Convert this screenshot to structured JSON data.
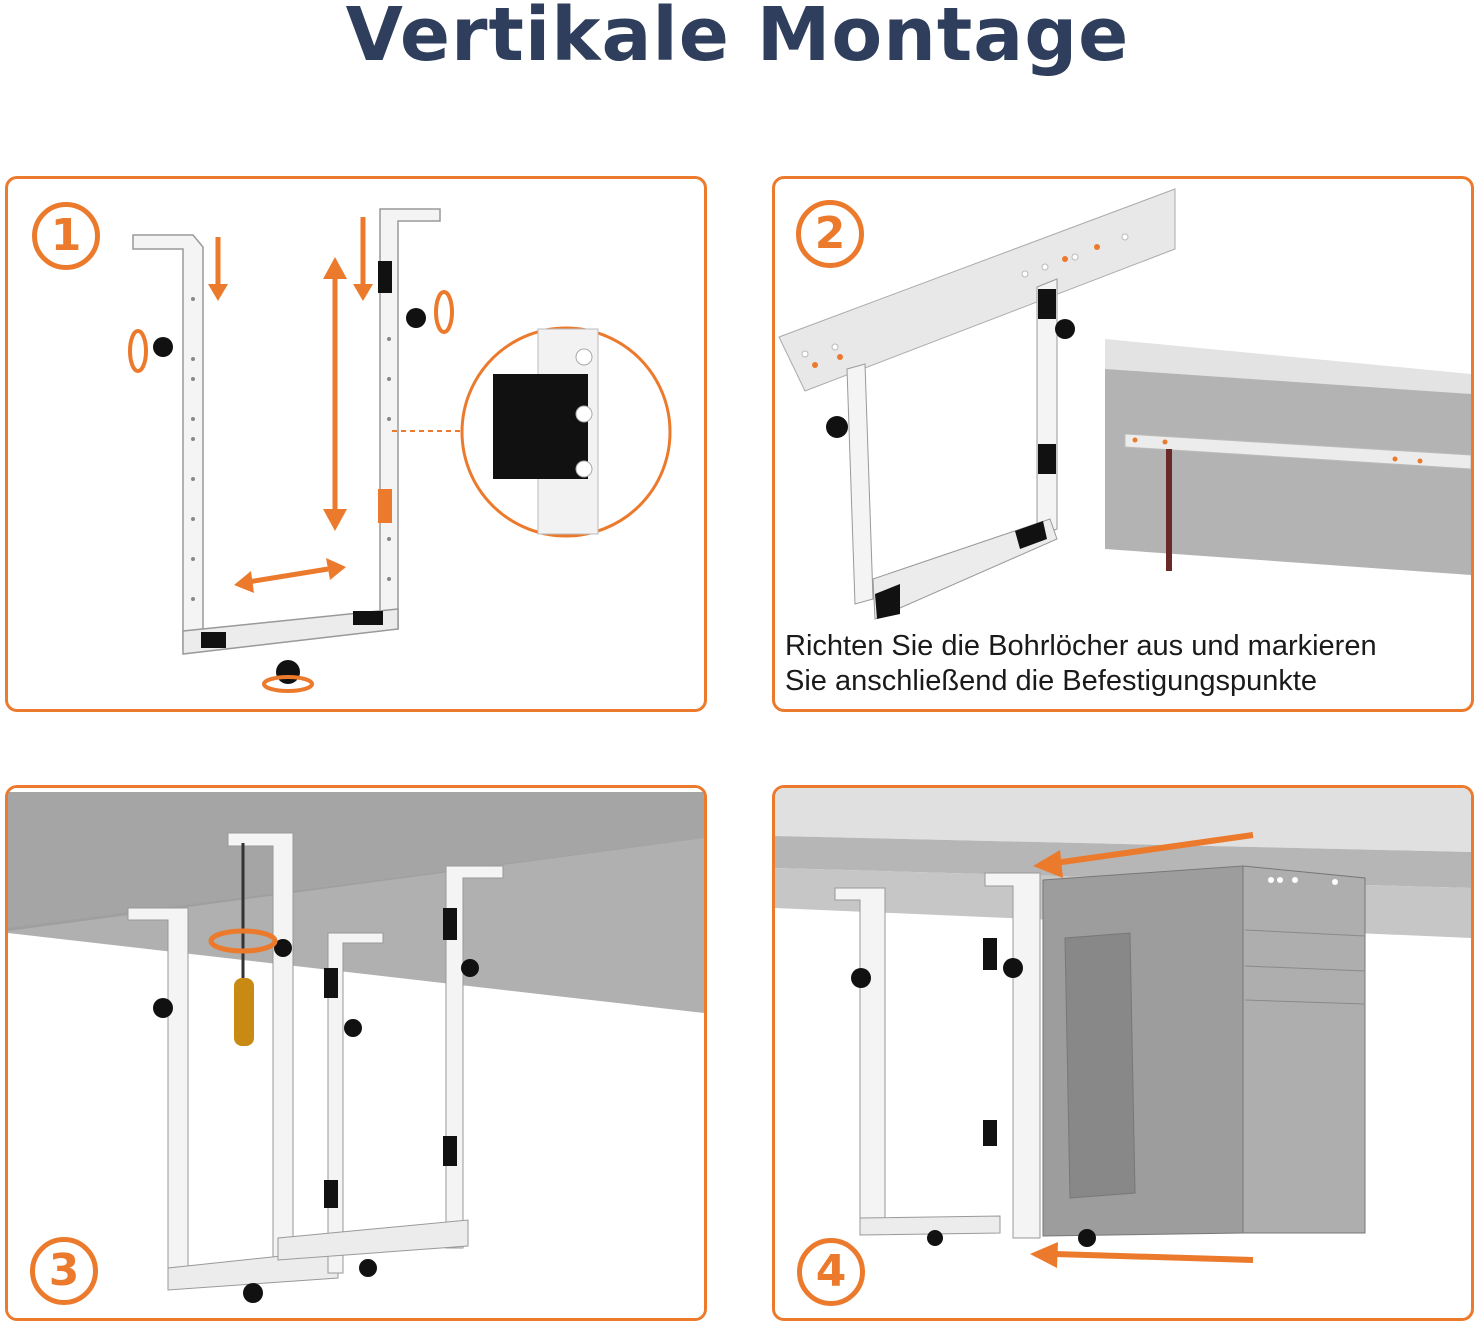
{
  "title": "Vertikale Montage",
  "colors": {
    "accent": "#ec7a2c",
    "title": "#2e3e5c",
    "metal": "#f2f2f2",
    "desk_underside": "#a9a9a9"
  },
  "steps": [
    {
      "number": "1",
      "caption": ""
    },
    {
      "number": "2",
      "caption_line1": "Richten Sie die Bohrlöcher aus und markieren",
      "caption_line2": "Sie anschließend die Befestigungspunkte"
    },
    {
      "number": "3",
      "caption": ""
    },
    {
      "number": "4",
      "caption": ""
    }
  ]
}
